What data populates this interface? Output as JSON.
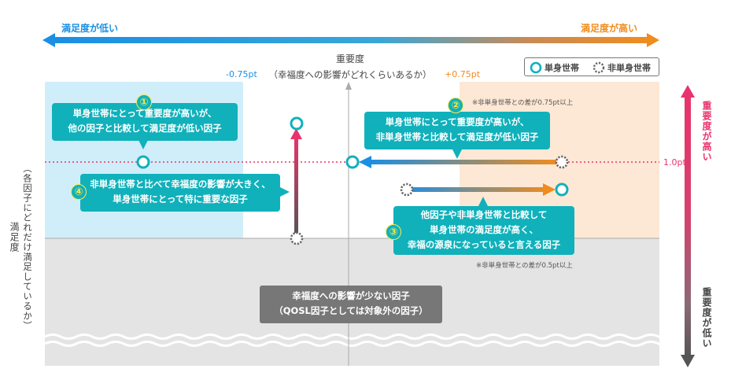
{
  "top_arrow": {
    "left_label": "満足度が低い",
    "right_label": "満足度が高い"
  },
  "x_axis": {
    "title": "重要度",
    "subtitle": "（幸福度への影響がどれくらいあるか）",
    "minus_label": "-0.75pt",
    "plus_label": "+0.75pt"
  },
  "y_axis": {
    "title": "満足度",
    "subtitle": "（各因子にどれだけ満足しているか）",
    "line_label": "1.0pt"
  },
  "right_arrow": {
    "top_label": "重要度が高い",
    "bottom_label": "重要度が低い"
  },
  "legend": {
    "single": "単身世帯",
    "non_single": "非単身世帯"
  },
  "notes": {
    "upper": "※非単身世帯との差が0.75pt以上",
    "lower": "※非単身世帯との差が0.5pt以上"
  },
  "callouts": {
    "c1": {
      "num": "①",
      "line1": "単身世帯にとって重要度が高いが、",
      "line2": "他の因子と比較して満足度が低い因子"
    },
    "c2": {
      "num": "②",
      "line1": "単身世帯にとって重要度が高いが、",
      "line2": "非単身世帯と比較して満足度が低い因子"
    },
    "c3": {
      "num": "③",
      "line1": "他因子や非単身世帯と比較して",
      "line2": "単身世帯の満足度が高く、",
      "line3": "幸福の源泉になっていると言える因子"
    },
    "c4": {
      "num": "④",
      "line1": "非単身世帯と比べて幸福度の影響が大きく、",
      "line2": "単身世帯にとって特に重要な因子"
    }
  },
  "low_box": {
    "line1": "幸福度への影響が少ない因子",
    "line2": "（QOSL因子としては対象外の因子）"
  },
  "colors": {
    "teal": "#10b1bb",
    "blue": "#1a8fe3",
    "orange": "#f08c1e",
    "pink": "#e8336d",
    "light_blue": "#cfeefa",
    "peach": "#fde8d5",
    "gray": "#e4e4e4"
  }
}
